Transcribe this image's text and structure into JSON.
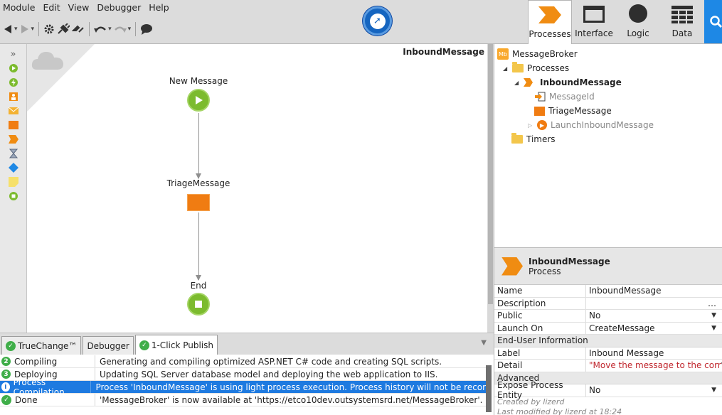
{
  "menu": {
    "items": [
      "Module",
      "Edit",
      "View",
      "Debugger",
      "Help"
    ]
  },
  "tabs": {
    "processes": "Processes",
    "interface": "Interface",
    "logic": "Logic",
    "data": "Data"
  },
  "canvas": {
    "title": "InboundMessage",
    "nodes": {
      "start": "New Message",
      "triage": "TriageMessage",
      "end": "End"
    }
  },
  "output": {
    "tabs": [
      "TrueChange™",
      "Debugger",
      "1-Click Publish"
    ],
    "steps": [
      {
        "badge": "2",
        "name": "Compiling",
        "message": "Generating and compiling optimized ASP.NET C# code and creating SQL scripts."
      },
      {
        "badge": "3",
        "name": "Deploying",
        "message": "Updating SQL Server database model and deploying the web application to IIS."
      },
      {
        "badge": "i",
        "name": "Process Compilation",
        "message": "Process 'InboundMessage' is using light process execution. Process history will not be recorded."
      },
      {
        "badge": "✓",
        "name": "Done",
        "message": "'MessageBroker' is now available at 'https://etco10dev.outsystemsrd.net/MessageBroker'."
      }
    ]
  },
  "tree": {
    "module_badge": "Mb",
    "module": "MessageBroker",
    "processes_folder": "Processes",
    "process": "InboundMessage",
    "input_param": "MessageId",
    "activity": "TriageMessage",
    "launch_action": "LaunchInboundMessage",
    "timers_folder": "Timers"
  },
  "props": {
    "header_title": "InboundMessage",
    "header_subtitle": "Process",
    "name_label": "Name",
    "name_value": "InboundMessage",
    "description_label": "Description",
    "description_value": "",
    "public_label": "Public",
    "public_value": "No",
    "launch_label": "Launch On",
    "launch_value": "CreateMessage",
    "section_enduser": "End-User Information",
    "label_label": "Label",
    "label_value": "Inbound Message",
    "detail_label": "Detail",
    "detail_value": "\"Move the message to the corr",
    "section_advanced": "Advanced",
    "expose_label": "Expose Process Entity",
    "expose_value": "No",
    "created_by": "Created by lizerd",
    "modified_by": "Last modified by lizerd at 18:24"
  },
  "colors": {
    "accent_blue": "#1e88e5",
    "process_orange": "#f07c12",
    "start_green": "#7cbb2e",
    "selection_blue": "#1e7ae0"
  }
}
